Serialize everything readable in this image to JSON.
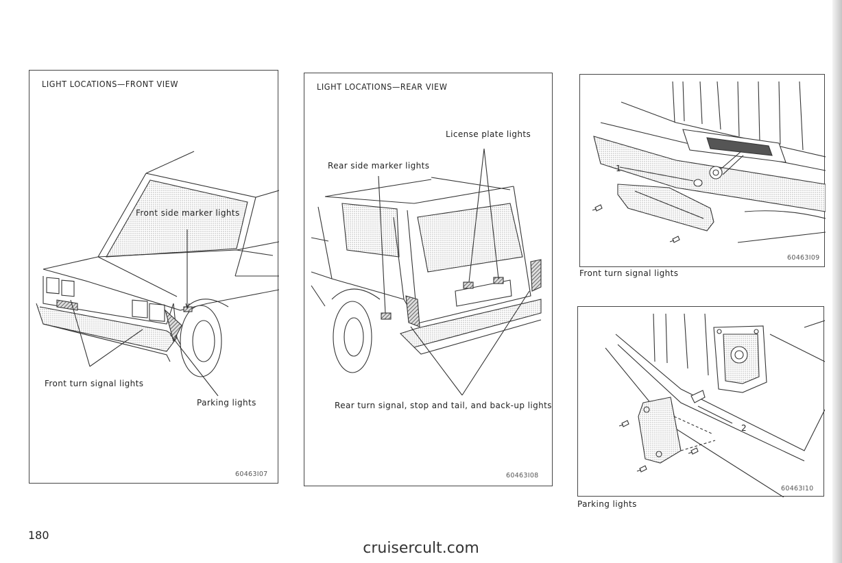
{
  "page_number": "180",
  "watermark": "cruisercult.com",
  "front_view": {
    "title": "LIGHT LOCATIONS—FRONT VIEW",
    "labels": {
      "side_marker": "Front side marker lights",
      "turn_signal": "Front turn signal lights",
      "parking": "Parking lights"
    },
    "code": "60463I07"
  },
  "rear_view": {
    "title": "LIGHT LOCATIONS—REAR VIEW",
    "labels": {
      "license_plate": "License plate lights",
      "rear_side_marker": "Rear side marker lights",
      "rear_combo": "Rear turn signal, stop and tail, and back-up lights"
    },
    "code": "60463I08"
  },
  "turn_signal_detail": {
    "callout": "1",
    "code": "60463I09",
    "caption": "Front turn signal lights"
  },
  "parking_detail": {
    "callout": "2",
    "code": "60463I10",
    "caption": "Parking lights"
  }
}
